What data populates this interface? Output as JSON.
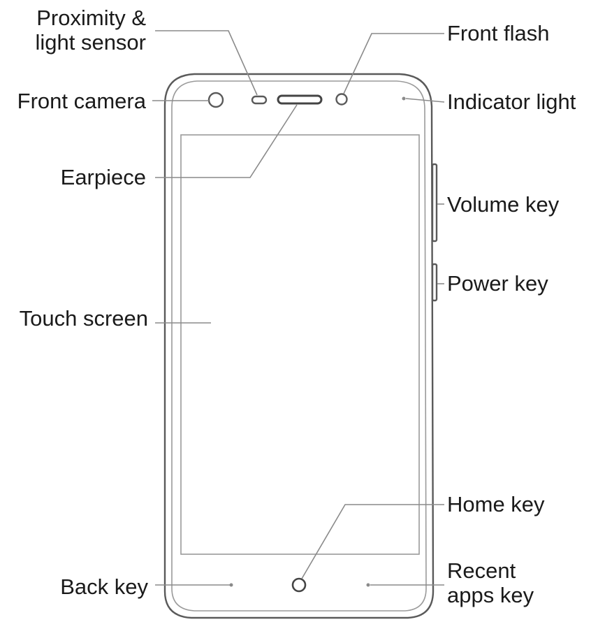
{
  "labels": {
    "proximity_sensor": [
      "Proximity &",
      "light sensor"
    ],
    "front_camera": "Front camera",
    "earpiece": "Earpiece",
    "touch_screen": "Touch screen",
    "back_key": "Back key",
    "front_flash": "Front flash",
    "indicator_light": "Indicator light",
    "volume_key": "Volume key",
    "power_key": "Power key",
    "home_key": "Home key",
    "recent_apps_key": [
      "Recent",
      "apps key"
    ]
  },
  "colors": {
    "outline": "#5a5a5a",
    "leader": "#8a8a8a",
    "text": "#1a1a1a"
  }
}
